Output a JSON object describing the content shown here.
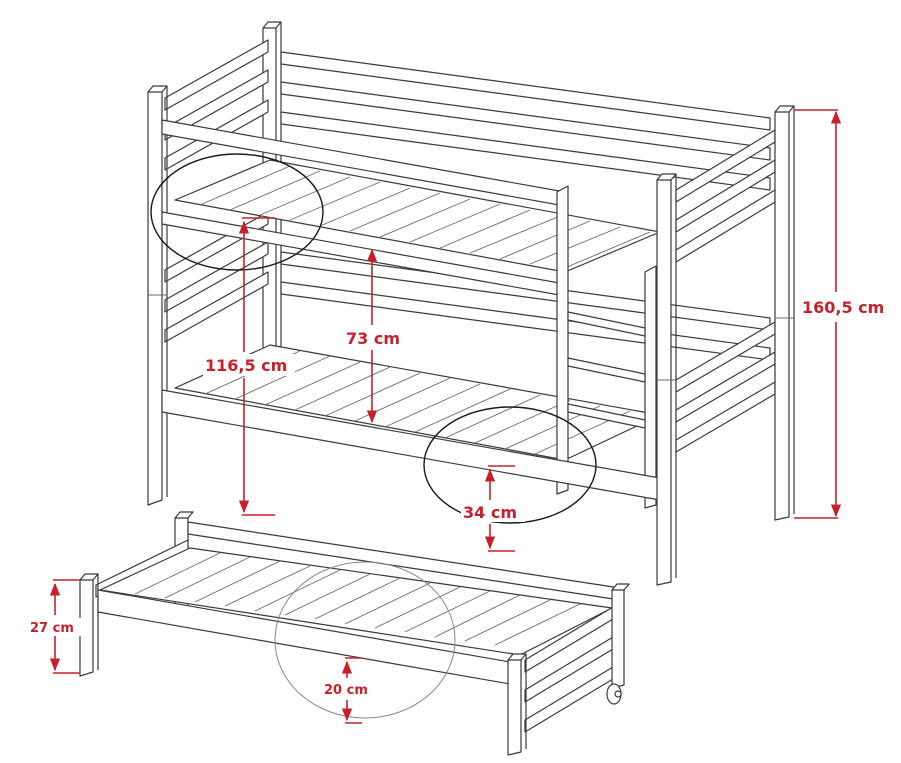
{
  "diagram": {
    "subject": "Bunk bed with pull-out trundle bed, dimension drawing",
    "line_color": "#3a3a3a",
    "dimension_color": "#c8202a",
    "dimensions": {
      "total_height": "160,5 cm",
      "top_bed_height": "116,5 cm",
      "clearance_between_beds": "73 cm",
      "bottom_bed_height": "34 cm",
      "trundle_height": "27 cm",
      "trundle_clearance": "20 cm"
    }
  }
}
